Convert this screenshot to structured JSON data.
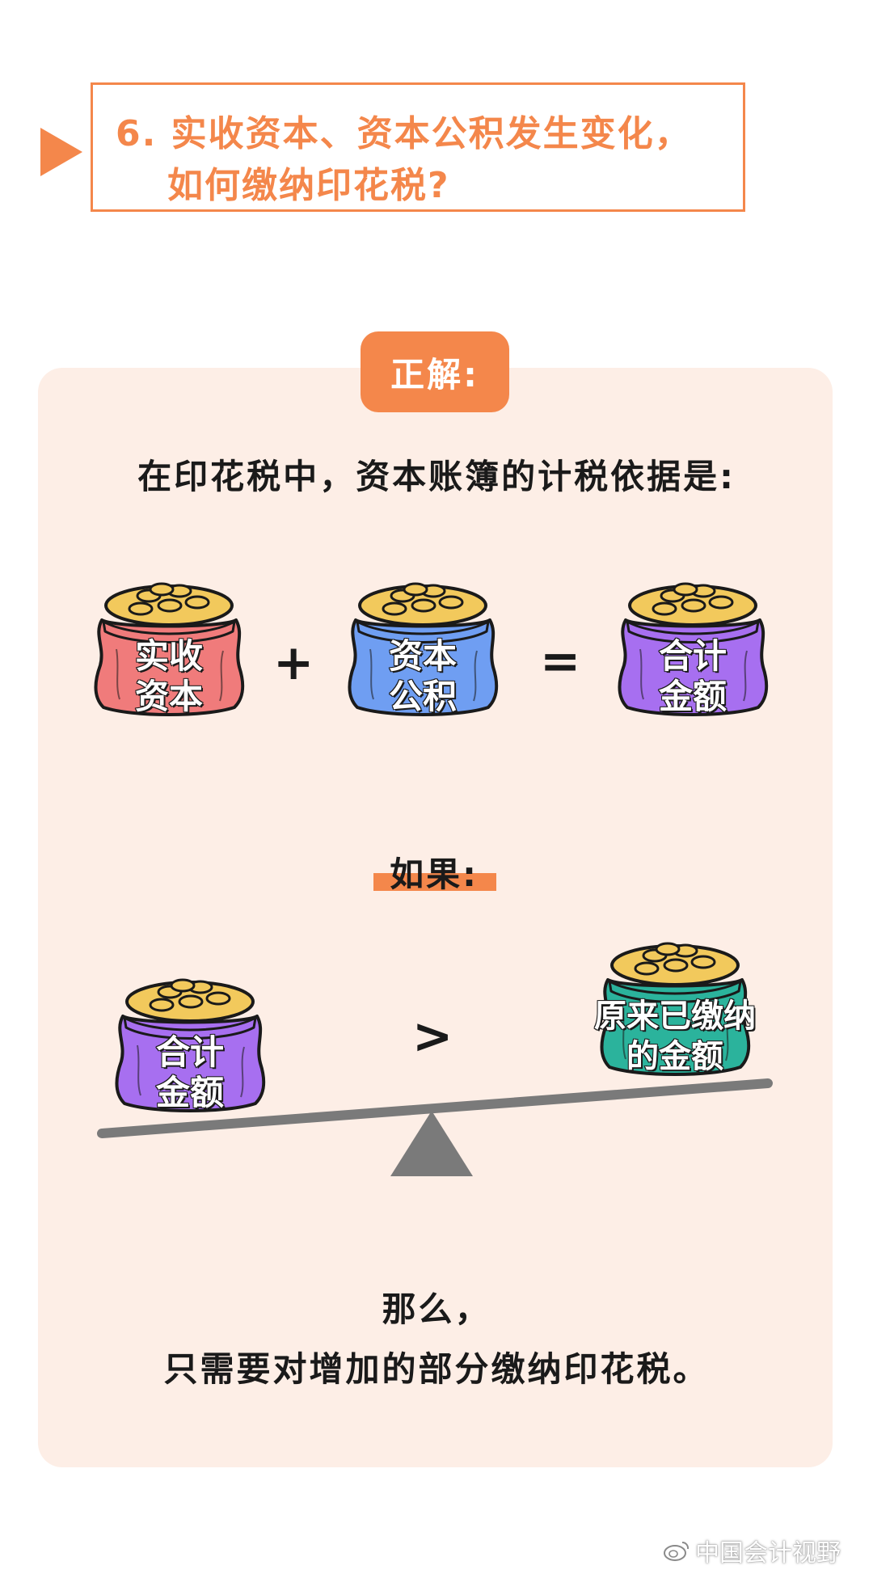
{
  "header": {
    "title_line1": "6. 实收资本、资本公积发生变化，",
    "title_line2": "如何缴纳印花税?"
  },
  "answer": {
    "badge": "正解:",
    "basis": "在印花税中，资本账簿的计税依据是:",
    "equation": {
      "bag1": {
        "line1": "实收",
        "line2": "资本",
        "color": "#f07b7b"
      },
      "plus": "+",
      "bag2": {
        "line1": "资本",
        "line2": "公积",
        "color": "#6f9ef2"
      },
      "equals": "=",
      "bag3": {
        "line1": "合计",
        "line2": "金额",
        "color": "#a76ff0"
      }
    },
    "if_label": "如果:",
    "comparison": {
      "left_bag": {
        "line1": "合计",
        "line2": "金额",
        "color": "#a76ff0"
      },
      "greater": ">",
      "right_bag": {
        "line1": "原来已缴纳",
        "line2": "的金额",
        "color": "#2bb39c"
      }
    },
    "conclusion_line1": "那么，",
    "conclusion_line2": "只需要对增加的部分缴纳印花税。"
  },
  "colors": {
    "accent": "#f4874b",
    "card_bg": "#fdeee6",
    "coin": "#f2c95c",
    "scale": "#7a7a7a"
  },
  "watermark": {
    "icon": "weibo-icon",
    "text": "中国会计视野"
  }
}
